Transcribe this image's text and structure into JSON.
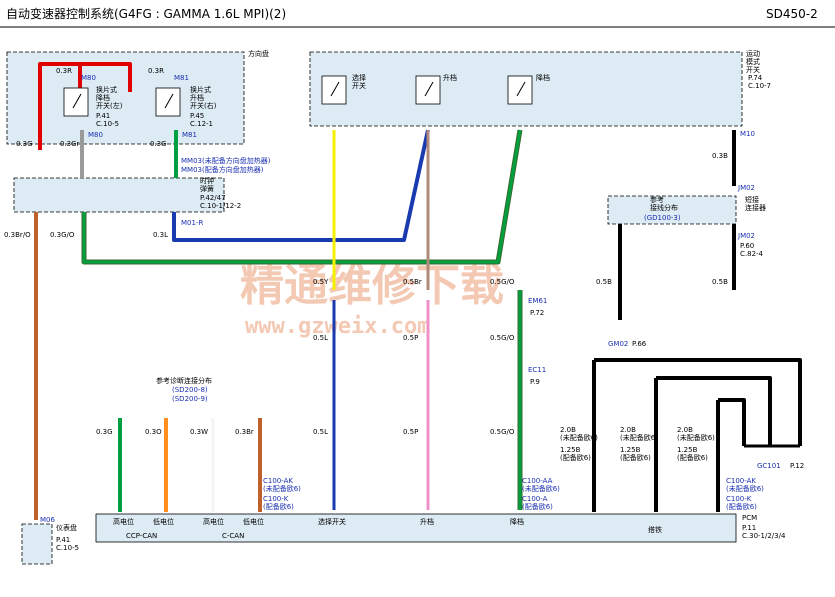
{
  "header": {
    "title": "自动变速器控制系统(G4FG : GAMMA 1.6L MPI)(2)",
    "code": "SD450-2"
  },
  "watermark": {
    "cn": "精通维修下载",
    "url": "www.gzweix.com"
  },
  "steering": {
    "label": "方向盘",
    "m80": "M80",
    "m81": "M81",
    "r03": "0.3R",
    "left_switch": "换片式\n降档\n开关(左)",
    "left_ref": "P.41\nC.10-5",
    "right_switch": "换片式\n升档\n开关(右)",
    "right_ref": "P.45\nC.12-1"
  },
  "clock_spring": {
    "label": "时钟\n弹簧",
    "ref": "P.42/47\nC.10-1/12-2",
    "mm03a": "MM03(未配备方向盘加热器)",
    "mm03b": "MM03(配备方向盘加热器)",
    "m01r": "M01-R"
  },
  "sport_mode": {
    "label": "运动\n模式\n开关",
    "ref": "P.74\nC.10-7",
    "s1": "选择\n开关",
    "s2": "升档",
    "s3": "降档",
    "m10": "M10"
  },
  "joint": {
    "jm02": "JM02",
    "label": "参考\n接线分布",
    "gd": "(GD100-3)",
    "conn": "短接\n连接器",
    "ref": "P.60\nC.82-4"
  },
  "grounds": {
    "gm02": "GM02",
    "gm02_ref": "P.66",
    "gc101": "GC101",
    "gc101_ref": "P.12"
  },
  "connectors": {
    "em61": "EM61",
    "em61_ref": "P.72",
    "ec11": "EC11",
    "ec11_ref": "P.9"
  },
  "diag_ref": {
    "title": "参考诊断连接分布",
    "a": "(SD200-8)",
    "b": "(SD200-9)"
  },
  "pcm": {
    "label": "PCM",
    "ref": "P.11\nC.30-1/2/3/4",
    "c100ak": "C100-AK\n(未配备欧6)",
    "c100k": "C100-K\n(配备欧6)",
    "c100aa": "C100-AA\n(未配备欧6)",
    "c100a": "C100-A\n(配备欧6)",
    "pins": [
      "高电位",
      "低电位",
      "高电位",
      "低电位",
      "选择开关",
      "升档",
      "降档",
      "搭铁"
    ],
    "ccp": "CCP-CAN",
    "ccan": "C-CAN"
  },
  "cluster": {
    "m06": "M06",
    "label": "仪表盘",
    "ref": "P.41\nC.10-5"
  },
  "wires": {
    "w03g": "0.3G",
    "w03gr": "0.3Gr",
    "w03br_o": "0.3Br/O",
    "w03g_o": "0.3G/O",
    "w03l": "0.3L",
    "w05y": "0.5Y",
    "w05br": "0.5Br",
    "w05g_o": "0.5G/O",
    "w05l": "0.5L",
    "w05p": "0.5P",
    "w03b": "0.3B",
    "w05b": "0.5B",
    "w03o": "0.3O",
    "w03w": "0.3W",
    "w03br": "0.3Br",
    "w20b_a": "2.0B\n(未配备欧6)",
    "w125b": "1.25B\n(配备欧6)"
  },
  "colors": {
    "red": "#e00000",
    "gray": "#9a9a9a",
    "green": "#00a040",
    "blue": "#1a3ab0",
    "yellow": "#f5f000",
    "pink": "#f090c8",
    "brown": "#c0602a",
    "black": "#000000",
    "orange": "#ff9020",
    "box": "#dcebf4"
  }
}
